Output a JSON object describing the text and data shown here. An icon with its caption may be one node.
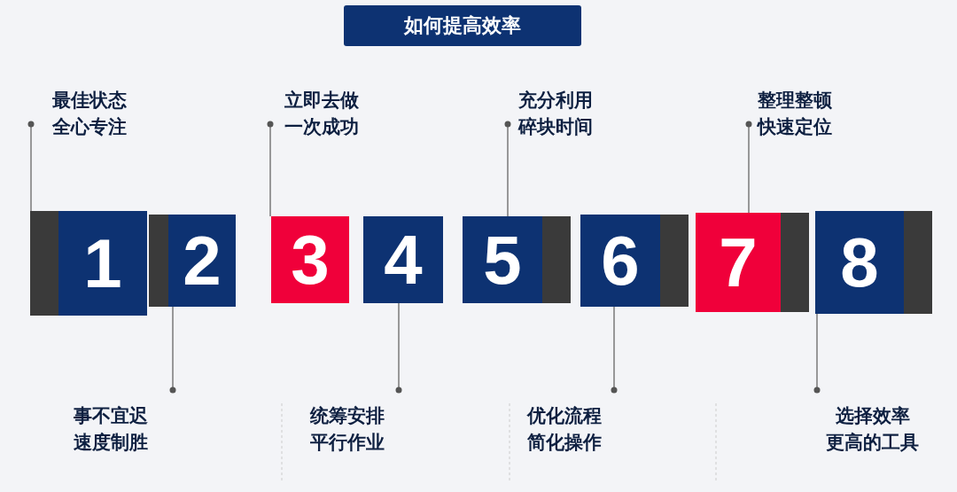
{
  "diagram": {
    "title": "如何提高效率",
    "nodes": [
      {
        "text": [
          "最佳状态全心专注"
        ]
      },
      {
        "text": [
          "立即去做一次成功"
        ]
      },
      {
        "text": [
          "充分利用碎块时间"
        ]
      },
      {
        "text": [
          "整理整顿快速定位"
        ]
      },
      {
        "text": [
          "1"
        ]
      },
      {
        "text": [
          "2"
        ]
      },
      {
        "text": [
          "3"
        ]
      },
      {
        "text": [
          "4"
        ]
      },
      {
        "text": [
          "5"
        ]
      },
      {
        "text": [
          "6"
        ]
      },
      {
        "text": [
          "7"
        ]
      },
      {
        "text": [
          "8"
        ]
      },
      {
        "text": [
          "事不宜迟速度制胜"
        ]
      },
      {
        "text": [
          "统筹安排平行作业"
        ]
      },
      {
        "text": [
          "优化流程简化操作"
        ]
      },
      {
        "text": [
          "选择效率更高的工具"
        ]
      }
    ],
    "edges": [
      {
        "from": 0,
        "to": 4,
        "arrow": "other"
      },
      {
        "from": 1,
        "to": 6,
        "arrow": "other"
      },
      {
        "from": 2,
        "to": 8,
        "arrow": "other"
      },
      {
        "from": 3,
        "to": 10,
        "arrow": "other"
      },
      {
        "from": 12,
        "to": 5,
        "arrow": "other"
      },
      {
        "from": 13,
        "to": 7,
        "arrow": "other"
      },
      {
        "from": 14,
        "to": 9,
        "arrow": "other"
      },
      {
        "from": 15,
        "to": 11,
        "arrow": "other"
      }
    ]
  }
}
